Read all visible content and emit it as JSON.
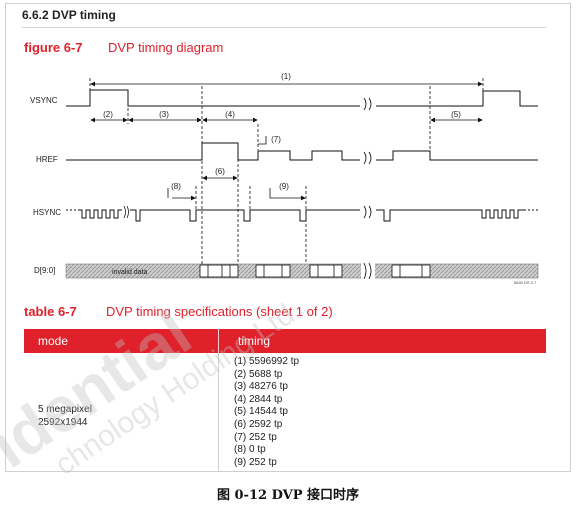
{
  "section_title": "6.6.2  DVP timing",
  "figure": {
    "label": "figure 6-7",
    "title": "DVP timing diagram"
  },
  "diagram": {
    "signals": [
      "VSYNC",
      "HREF",
      "HSYNC",
      "D[9:0]"
    ],
    "intervals": [
      "(1)",
      "(2)",
      "(3)",
      "(4)",
      "(5)",
      "(6)",
      "(7)",
      "(8)",
      "(9)"
    ],
    "invalid_data_label": "invalid data",
    "figure_code": "5640 DS 0.7"
  },
  "table": {
    "label": "table 6-7",
    "title": "DVP timing specifications (sheet 1 of 2)",
    "headers": {
      "mode": "mode",
      "timing": "timing"
    },
    "mode_lines": [
      "5 megapixel",
      "2592x1944"
    ],
    "timings": [
      "(1)  5596992 tp",
      "(2)  5688 tp",
      "(3)  48276 tp",
      "(4)  2844 tp",
      "(5)  14544 tp",
      "(6)  2592 tp",
      "(7)  252 tp",
      "(8)  0 tp",
      "(9)  252 tp"
    ]
  },
  "watermark_text": [
    "idential",
    "chnology Holding Ltd."
  ],
  "caption": "图 0-12 DVP 接口时序"
}
